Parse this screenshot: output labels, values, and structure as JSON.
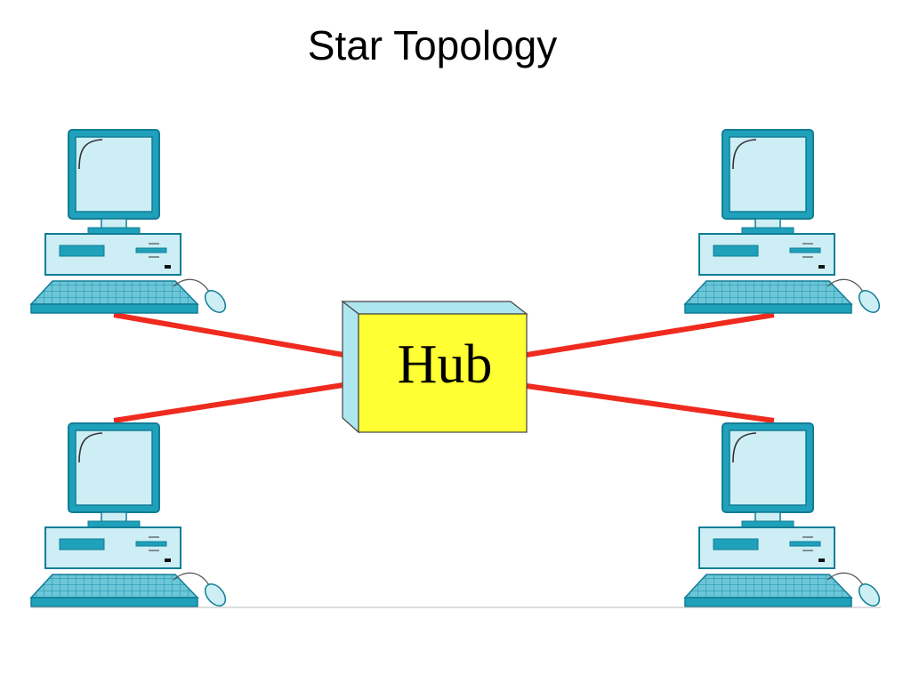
{
  "title": "Star Topology",
  "hub": {
    "label": "Hub",
    "face_color": "#ffff33",
    "side_color": "#aee6f0"
  },
  "computers": [
    {
      "id": "top-left"
    },
    {
      "id": "top-right"
    },
    {
      "id": "bottom-left"
    },
    {
      "id": "bottom-right"
    }
  ],
  "colors": {
    "cable": "#ee2b1e",
    "computer_fill": "#cdeef5",
    "computer_outline": "#1a8fa8"
  },
  "icons": [
    "computer-icon",
    "monitor-icon",
    "keyboard-icon",
    "mouse-icon",
    "hub-icon"
  ]
}
